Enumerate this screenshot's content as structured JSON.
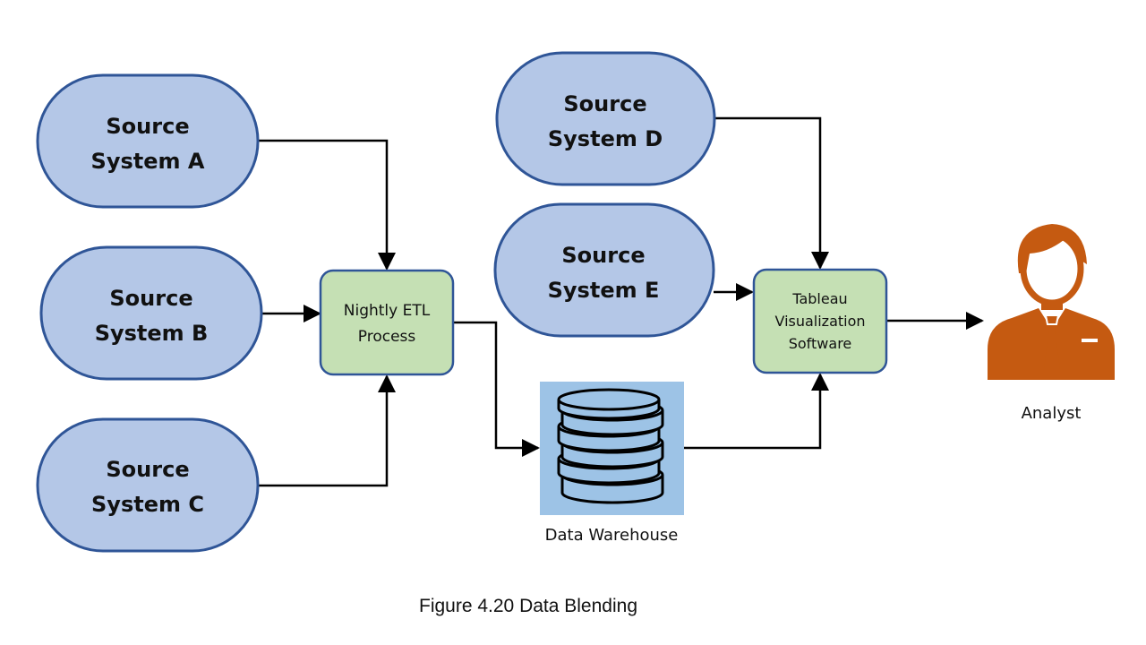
{
  "sources": [
    {
      "id": "a",
      "line1": "Source",
      "line2": "System A"
    },
    {
      "id": "b",
      "line1": "Source",
      "line2": "System B"
    },
    {
      "id": "c",
      "line1": "Source",
      "line2": "System C"
    },
    {
      "id": "d",
      "line1": "Source",
      "line2": "System D"
    },
    {
      "id": "e",
      "line1": "Source",
      "line2": "System E"
    }
  ],
  "etl": {
    "line1": "Nightly ETL",
    "line2": "Process"
  },
  "tableau": {
    "line1": "Tableau",
    "line2": "Visualization",
    "line3": "Software"
  },
  "warehouse": {
    "label": "Data Warehouse"
  },
  "analyst": {
    "label": "Analyst"
  },
  "caption": "Figure 4.20 Data Blending",
  "colors": {
    "source_fill": "#b4c7e7",
    "source_stroke": "#2f5597",
    "process_fill": "#c5e0b4",
    "process_stroke": "#2f5597",
    "db_bg": "#9dc3e6",
    "db_disk": "#9dc3e6",
    "analyst": "#c55a11",
    "line": "#000000"
  },
  "icons": {
    "warehouse": "database-icon",
    "analyst": "person-icon"
  }
}
